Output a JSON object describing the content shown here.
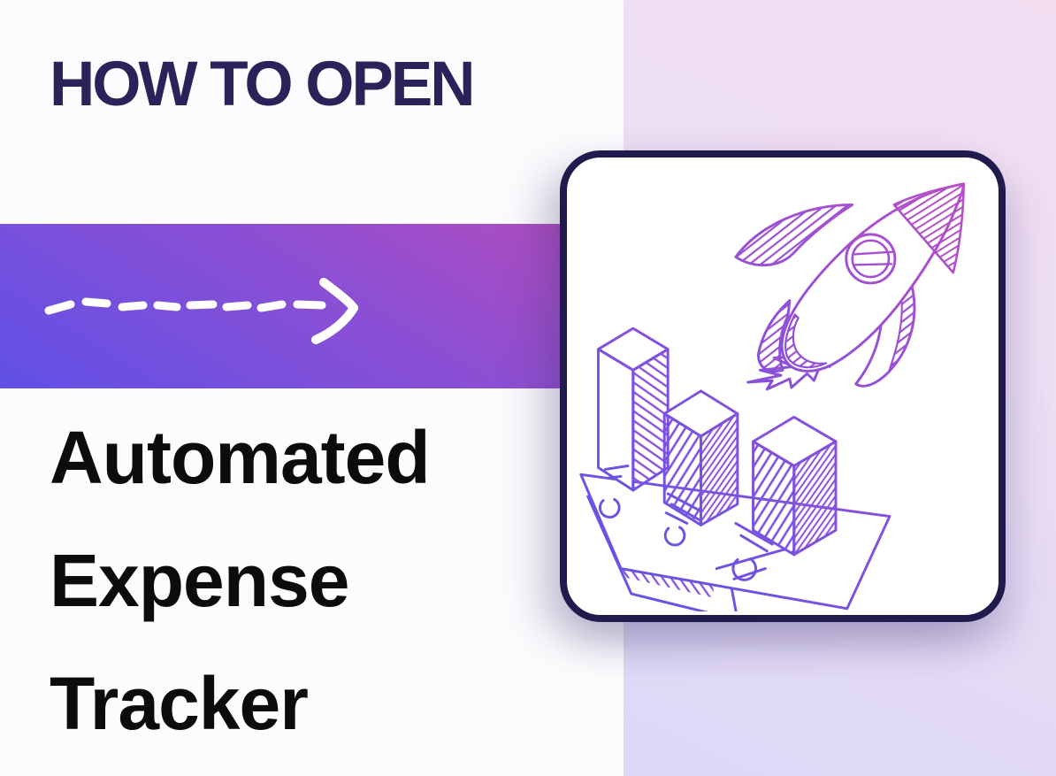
{
  "hero": {
    "kicker": "HOW TO OPEN",
    "title_lines": [
      "Automated",
      "Expense",
      "Tracker"
    ]
  },
  "icons": {
    "arrow": "dashed-right-arrow-icon",
    "illustration": "rocket-launching-over-bar-chart-illustration"
  },
  "colors": {
    "kicker_text": "#29235a",
    "title_text": "#0c0b0e",
    "band_gradient_start": "#6051e6",
    "band_gradient_end": "#b44dbd",
    "strip_gradient_start": "#f3def2",
    "strip_gradient_end": "#dcd8f6",
    "card_background": "#ffffff",
    "card_border": "#201b4d",
    "arrow_stroke": "#ffffff",
    "illustration_ink_start": "#5b56e8",
    "illustration_ink_end": "#bf4fc5"
  }
}
